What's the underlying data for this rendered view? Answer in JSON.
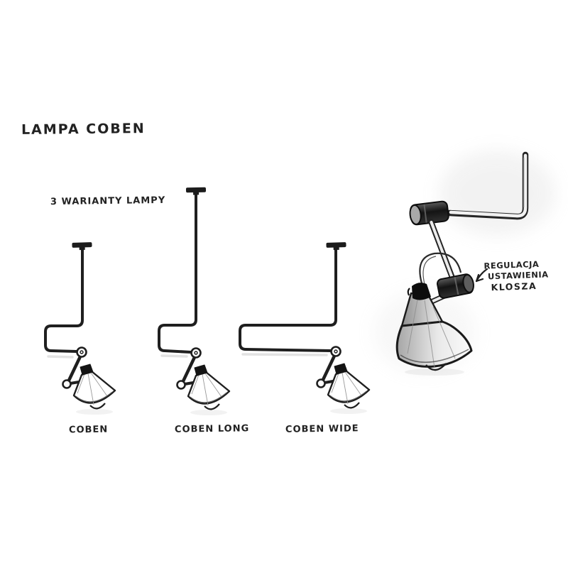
{
  "page": {
    "background": "#ffffff",
    "ink_color": "#1f1f1f",
    "paper_shading_color": "#cfcfcf"
  },
  "title": "LAMPA COBEN",
  "subtitle": "3 WARIANTY LAMPY",
  "variants": [
    {
      "label": "COBEN"
    },
    {
      "label": "COBEN LONG"
    },
    {
      "label": "COBEN WIDE"
    }
  ],
  "detail": {
    "annotation_lines": [
      "REGULACJA",
      "USTAWIENIA",
      "KLOSZA"
    ],
    "annotation_text": "REGULACJA USTAWIENIA KLOSZA"
  }
}
